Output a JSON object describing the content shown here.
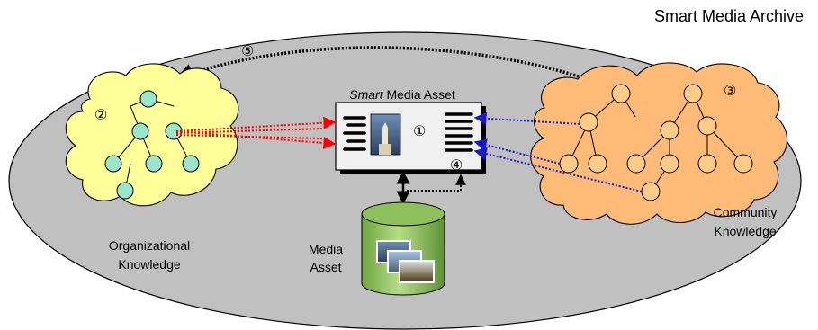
{
  "title": "Smart Media Archive",
  "asset": {
    "title_prefix": "Smart",
    "title_rest": " Media Asset"
  },
  "markers": {
    "m1": "①",
    "m2": "②",
    "m3": "③",
    "m4": "④",
    "m5": "⑤"
  },
  "organizational": {
    "line1": "Organizational",
    "line2": "Knowledge"
  },
  "community": {
    "line1": "Community",
    "line2": "Knowledge"
  },
  "media": {
    "line1": "Media",
    "line2": "Asset"
  },
  "colors": {
    "archive_fill": "#c0c0c0",
    "org_cloud": "#ffff99",
    "org_node": "#99e6cc",
    "community_cloud": "#ffbb77",
    "community_node": "#ffcc88",
    "cylinder": "#99cc66",
    "red_arrow": "#ff0000",
    "blue_arrow": "#1a1acc"
  }
}
